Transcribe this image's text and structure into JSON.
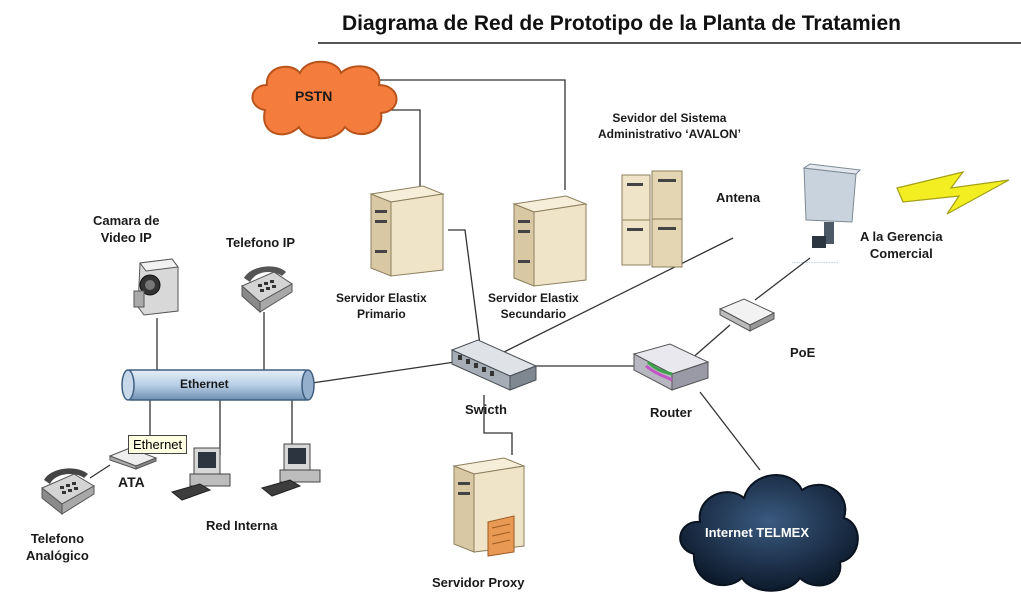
{
  "title": "Diagrama de Red de Prototipo de la Planta de Tratamien",
  "nodes": {
    "pstn": "PSTN",
    "camera": [
      "Camara de",
      "Video IP"
    ],
    "ip_phone": "Telefono IP",
    "elastix_primary": [
      "Servidor Elastix",
      "Primario"
    ],
    "elastix_secondary": [
      "Servidor Elastix",
      "Secundario"
    ],
    "avalon": [
      "Sevidor del Sistema",
      "Administrativo ‘AVALON’"
    ],
    "antenna": "Antena",
    "gerencia": [
      "A la Gerencia",
      "Comercial"
    ],
    "ethernet_bus": "Ethernet",
    "switch": "Swicth",
    "poe": "PoE",
    "router": "Router",
    "ata": "ATA",
    "analog_phone": [
      "Telefono",
      "Analógico"
    ],
    "red_interna": "Red Interna",
    "proxy": "Servidor Proxy",
    "internet": "Internet TELMEX"
  },
  "tooltip": "Ethernet",
  "colors": {
    "pstn_cloud": "#f47c3c",
    "internet_cloud": "#15253d",
    "server_body": "#efe4c8",
    "bus": "#b8cfe6",
    "lightning": "#f2ee22"
  }
}
